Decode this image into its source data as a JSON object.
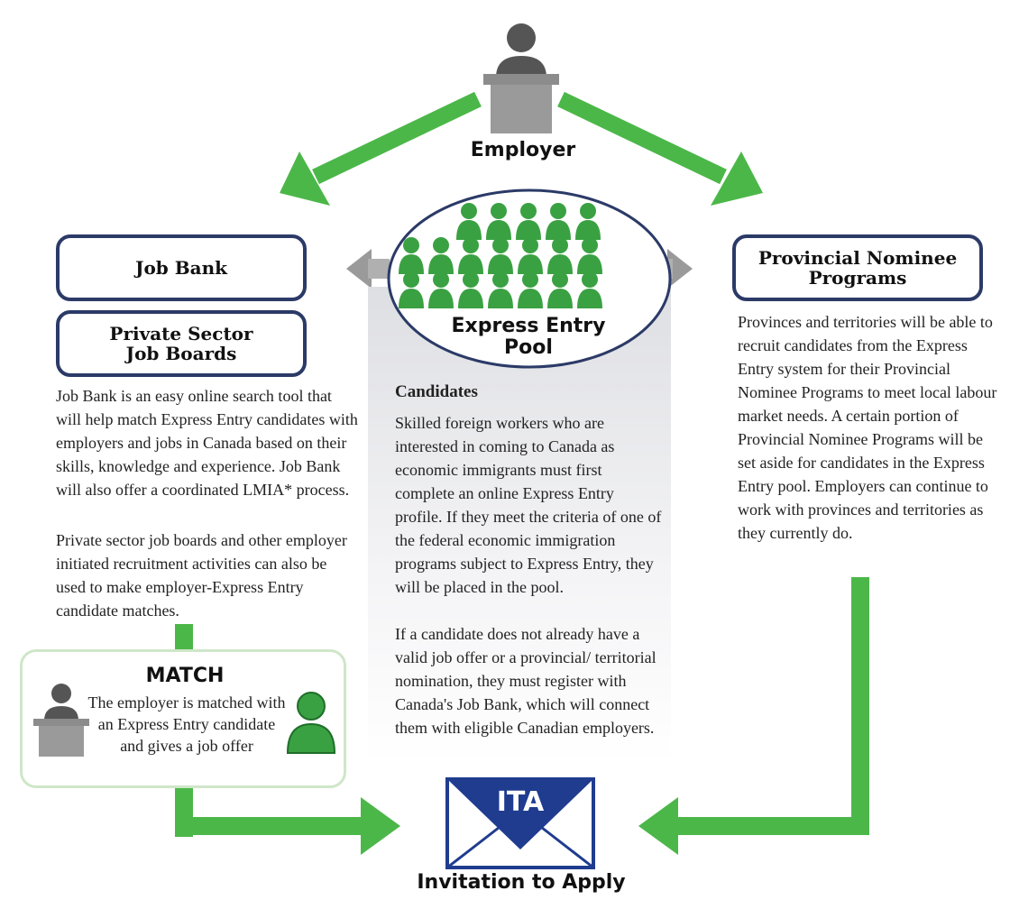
{
  "employer": {
    "label": "Employer"
  },
  "pool": {
    "title": "Express Entry\nPool"
  },
  "left": {
    "job_bank_label": "Job Bank",
    "private_boards_label": "Private Sector\nJob Boards",
    "paragraph1": "Job Bank is an easy online search tool that will help match Express Entry candidates with employers and jobs in Canada based on their skills, knowledge and experience. Job Bank will also offer a coordinated LMIA* process.",
    "paragraph2": "Private sector job boards and other employer initiated recruitment activities can also be used to make employer-Express Entry candidate matches."
  },
  "center": {
    "candidates_heading": "Candidates",
    "paragraph1": "Skilled foreign workers who are interested in coming to Canada as economic immigrants must first complete an online Express Entry profile. If they meet the criteria of one of the federal economic immigration programs subject to Express Entry, they will be placed in the pool.",
    "paragraph2": "If a candidate does not already have a valid job offer or a provincial/ territorial nomination, they must register with Canada's Job Bank, which will connect them with eligible Canadian employers."
  },
  "right": {
    "pnp_label": "Provincial Nominee\nPrograms",
    "paragraph": "Provinces and territories will be able to recruit candidates from the Express Entry system for their Provincial Nominee Programs to meet local labour market needs. A certain portion of Provincial Nominee Programs will be set aside for candidates in the Express Entry pool. Employers can continue to work with provinces and territories as they currently do."
  },
  "match": {
    "title": "MATCH",
    "text": "The employer is matched with an Express Entry candidate and gives a job offer"
  },
  "ita": {
    "envelope_label": "ITA",
    "caption": "Invitation to Apply"
  },
  "colors": {
    "arrow_green": "#4cb749",
    "person_green": "#3aa142",
    "box_border_navy": "#2b3a67",
    "icon_gray": "#8c8c8c",
    "icon_dark": "#555555",
    "envelope_navy": "#1f3c8f"
  },
  "icons": [
    "employer-desk-icon",
    "candidate-group-icon",
    "person-icon",
    "envelope-icon",
    "arrow-icon"
  ]
}
